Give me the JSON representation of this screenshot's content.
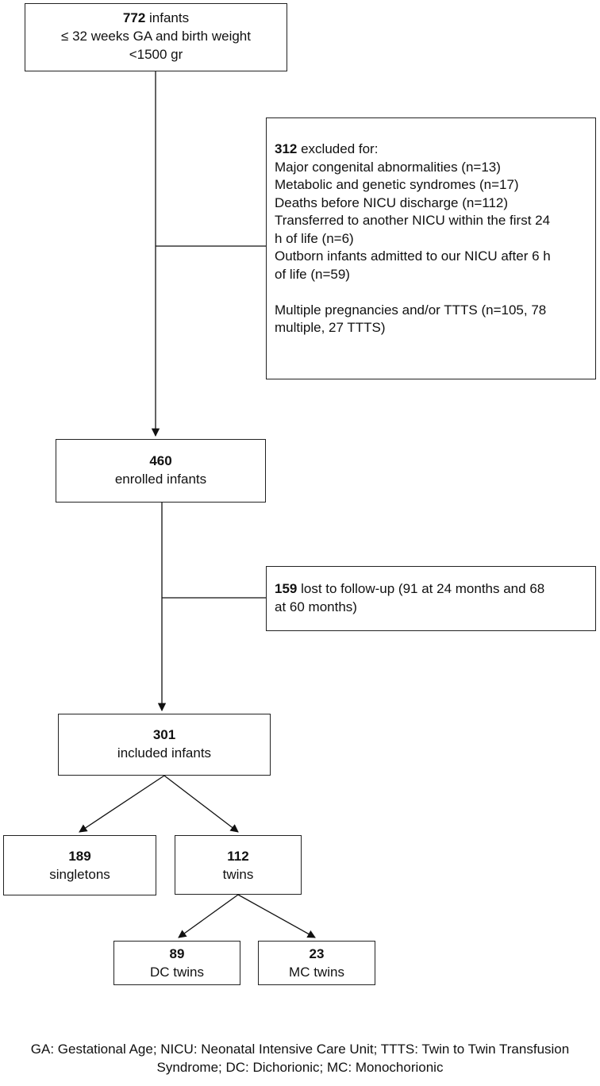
{
  "top": {
    "count": "772",
    "count_suffix": " infants",
    "line2": "≤ 32 weeks GA and birth weight",
    "line3": "<1500 gr"
  },
  "excluded": {
    "count": "312",
    "count_suffix": " excluded for:",
    "lines": [
      "Major congenital abnormalities (n=13)",
      "Metabolic and genetic syndromes (n=17)",
      "Deaths before NICU discharge (n=112)",
      "Transferred to another NICU within the first 24",
      "h of life (n=6)",
      "Outborn infants admitted to our NICU after 6 h",
      "of life (n=59)",
      "",
      "Multiple pregnancies and/or TTTS (n=105, 78",
      "multiple, 27 TTTS)"
    ]
  },
  "enrolled": {
    "count": "460",
    "label": "enrolled infants"
  },
  "lost": {
    "count": "159",
    "line1_suffix": " lost to follow-up (91 at 24 months and 68",
    "line2": "at 60 months)"
  },
  "included": {
    "count": "301",
    "label": "included infants"
  },
  "singletons": {
    "count": "189",
    "label": "singletons"
  },
  "twins": {
    "count": "112",
    "label": "twins"
  },
  "dc": {
    "count": "89",
    "label": "DC twins"
  },
  "mc": {
    "count": "23",
    "label": "MC twins"
  },
  "footer": {
    "line1": "GA: Gestational Age; NICU: Neonatal Intensive Care Unit; TTTS: Twin to Twin Transfusion",
    "line2": "Syndrome; DC: Dichorionic; MC: Monochorionic"
  }
}
